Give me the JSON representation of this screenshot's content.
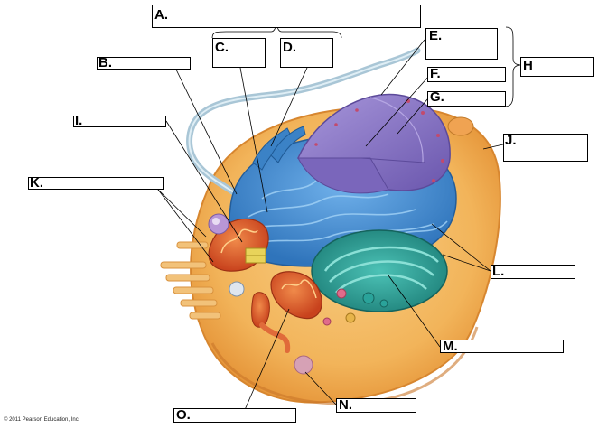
{
  "labels": [
    {
      "id": "A",
      "text": "A."
    },
    {
      "id": "B",
      "text": "B."
    },
    {
      "id": "C",
      "text": "C."
    },
    {
      "id": "D",
      "text": "D."
    },
    {
      "id": "E",
      "text": "E."
    },
    {
      "id": "F",
      "text": "F."
    },
    {
      "id": "G",
      "text": "G."
    },
    {
      "id": "H",
      "text": "H"
    },
    {
      "id": "I",
      "text": "I."
    },
    {
      "id": "J",
      "text": "J."
    },
    {
      "id": "K",
      "text": "K."
    },
    {
      "id": "L",
      "text": "L."
    },
    {
      "id": "M",
      "text": "M."
    },
    {
      "id": "N",
      "text": "N."
    },
    {
      "id": "O",
      "text": "O."
    }
  ],
  "copyright": "© 2011 Pearson Education, Inc.",
  "colors": {
    "cytoplasm": "#f2b45a",
    "membrane": "#e89a3c",
    "er": "#4a8fd4",
    "nucleus": "#8d77c9",
    "golgi": "#2aa39a",
    "mitochondria": "#e0572a",
    "cilium": "#a9c6d6"
  }
}
